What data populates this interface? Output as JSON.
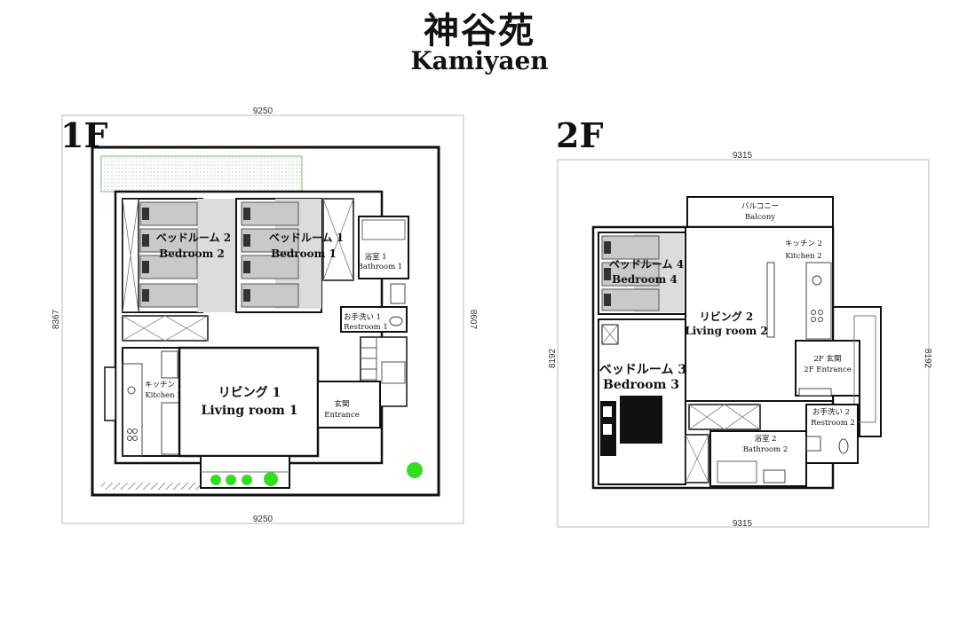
{
  "title": {
    "jp": "神谷苑",
    "en": "Kamiyaen"
  },
  "floor1": {
    "label": "1F",
    "dim_top": "9250",
    "dim_bottom": "9250",
    "dim_left": "8367",
    "dim_right": "8607",
    "rooms": {
      "bedroom2_jp": "ベッドルーム 2",
      "bedroom2_en": "Bedroom 2",
      "bedroom1_jp": "ベッドルーム 1",
      "bedroom1_en": "Bedroom 1",
      "bath1_jp": "浴室 1",
      "bath1_en": "Bathroom 1",
      "rest1_jp": "お手洗い 1",
      "rest1_en": "Restroom 1",
      "kitchen1_jp": "キッチン 1",
      "kitchen1_en": "Kitchen 1",
      "living1_jp": "リビング 1",
      "living1_en": "Living room 1",
      "entrance_jp": "玄関",
      "entrance_en": "Entrance"
    }
  },
  "floor2": {
    "label": "2F",
    "dim_top": "9315",
    "dim_bottom": "9315",
    "dim_left": "8192",
    "dim_right": "8192",
    "rooms": {
      "balcony_jp": "バルコニー",
      "balcony_en": "Balcony",
      "kitchen2_jp": "キッチン 2",
      "kitchen2_en": "Kitchen 2",
      "bedroom4_jp": "ベッドルーム 4",
      "bedroom4_en": "Bedroom 4",
      "living2_jp": "リビング 2",
      "living2_en": "Living room 2",
      "entrance2_jp": "2F 玄関",
      "entrance2_en": "2F Entrance",
      "bedroom3_jp": "ベッドルーム 3",
      "bedroom3_en": "Bedroom 3",
      "rest2_jp": "お手洗い 2",
      "rest2_en": "Restroom 2",
      "bath2_jp": "浴室 2",
      "bath2_en": "Bathroom 2"
    }
  },
  "colors": {
    "lawn": "#e6f2e4",
    "lawn_border": "#7ab97a",
    "bed": "#c9c9c9",
    "hall": "#dcdcdc",
    "plant": "#33dd22"
  }
}
